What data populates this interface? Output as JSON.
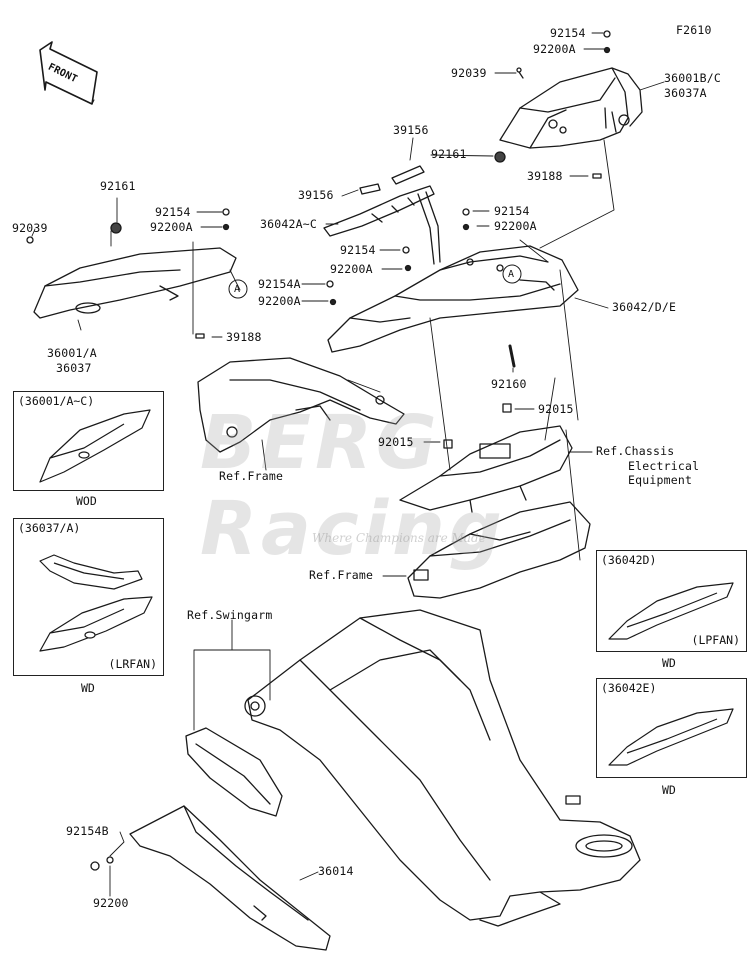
{
  "figure_code": "F2610",
  "front_arrow_label": "FRONT",
  "watermark": {
    "text": "BERG Racing",
    "tagline": "Where Champions are Made"
  },
  "callouts": {
    "c01": "92154",
    "c02": "92200A",
    "c03": "92039",
    "c04": "36001B/C",
    "c05": "36037A",
    "c06": "39156",
    "c07": "92161",
    "c08": "39156",
    "c09": "39188",
    "c10": "36042A~C",
    "c11": "92154",
    "c12": "92200A",
    "c13": "92154",
    "c14": "92200A",
    "c15": "92154A",
    "c16": "92200A",
    "c17": "36042/D/E",
    "c18": "92161",
    "c19": "92039",
    "c20": "92154",
    "c21": "92200A",
    "c22": "36001/A",
    "c23": "36037",
    "c24": "39188",
    "c25": "92160",
    "c26": "92015",
    "c27": "92015",
    "c28": "Ref.Chassis",
    "c29": "Electrical",
    "c30": "Equipment",
    "c31": "Ref.Frame",
    "c32": "Ref.Frame",
    "c33": "Ref.Swingarm",
    "c34": "92154B",
    "c35": "36014",
    "c36": "92200"
  },
  "ref_marks": {
    "a1": "A",
    "a2": "A"
  },
  "variant_boxes": [
    {
      "id": "36001AC",
      "header": "(36001/A~C)",
      "footer": "",
      "caption": "WOD"
    },
    {
      "id": "36037A",
      "header": "(36037/A)",
      "footer": "(LRFAN)",
      "caption": "WD"
    },
    {
      "id": "36042D",
      "header": "(36042D)",
      "footer": "(LPFAN)",
      "caption": "WD"
    },
    {
      "id": "36042E",
      "header": "(36042E)",
      "footer": "",
      "caption": "WD"
    }
  ]
}
